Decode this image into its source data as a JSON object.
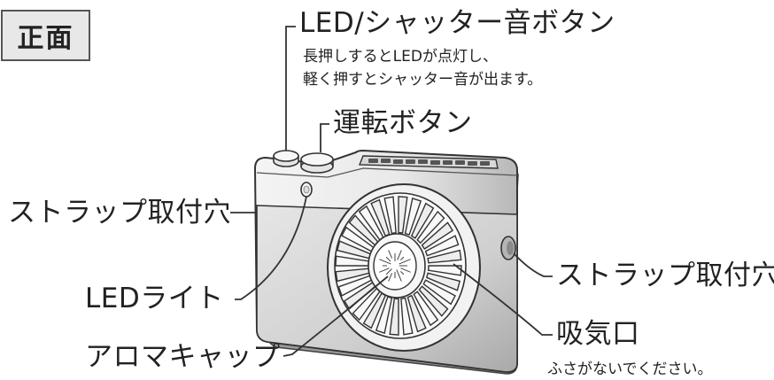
{
  "badge": "正面",
  "labels": {
    "led_shutter_button": "LED/シャッター音ボタン",
    "led_shutter_desc_1": "長押しするとLEDが点灯し、",
    "led_shutter_desc_2": "軽く押すとシャッター音が出ます。",
    "power_button": "運転ボタン",
    "strap_hole_left": "ストラップ取付穴",
    "strap_hole_right": "ストラップ取付穴",
    "led_light": "LEDライト",
    "aroma_cap": "アロマキャップ",
    "air_intake": "吸気口",
    "air_intake_note": "ふさがないでください。"
  }
}
